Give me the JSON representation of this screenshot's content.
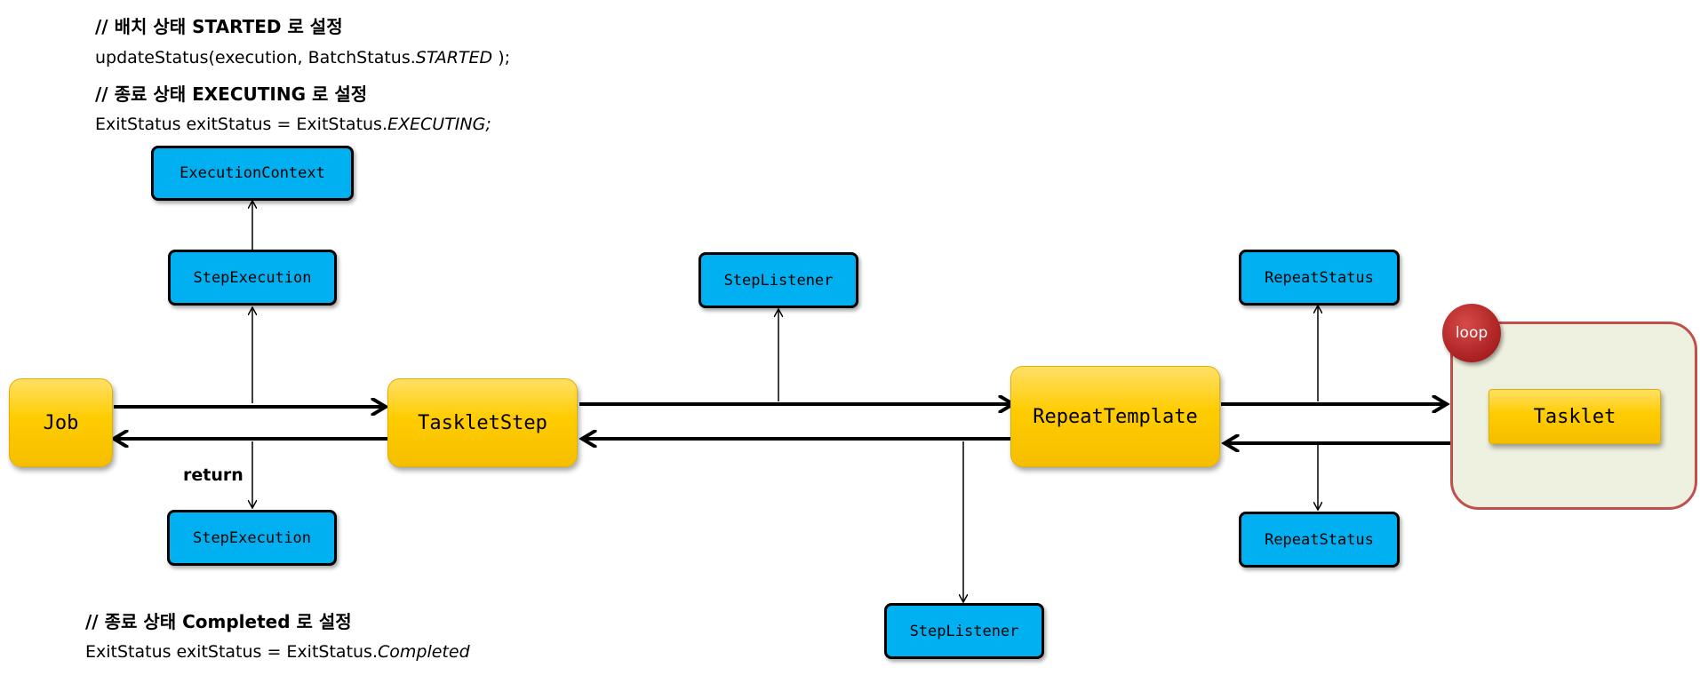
{
  "notes": {
    "started_comment": "// 배치 상태 STARTED 로 설정",
    "started_code_prefix": "updateStatus(execution, BatchStatus.",
    "started_code_value": "STARTED",
    "started_code_suffix": " );",
    "executing_comment": "// 종료 상태 EXECUTING 로 설정",
    "executing_code_prefix": "ExitStatus exitStatus = ExitStatus.",
    "executing_code_value": "EXECUTING;",
    "completed_comment": "// 종료 상태 Completed 로 설정",
    "completed_code_prefix": "ExitStatus exitStatus = ExitStatus.",
    "completed_code_value": "Completed"
  },
  "nodes": {
    "job": "Job",
    "tasklet_step": "TaskletStep",
    "repeat_template": "RepeatTemplate",
    "tasklet": "Tasklet",
    "execution_context": "ExecutionContext",
    "step_execution_top": "StepExecution",
    "step_execution_bottom": "StepExecution",
    "step_listener_top": "StepListener",
    "step_listener_bottom": "StepListener",
    "repeat_status_top": "RepeatStatus",
    "repeat_status_bottom": "RepeatStatus"
  },
  "labels": {
    "return": "return",
    "loop": "loop"
  },
  "colors": {
    "blue_box": "#00b0f0",
    "yellow_box": "#ffcc00",
    "loop_frame_border": "#c0504d",
    "loop_frame_fill": "#eef0e0",
    "loop_badge": "#b22222"
  }
}
